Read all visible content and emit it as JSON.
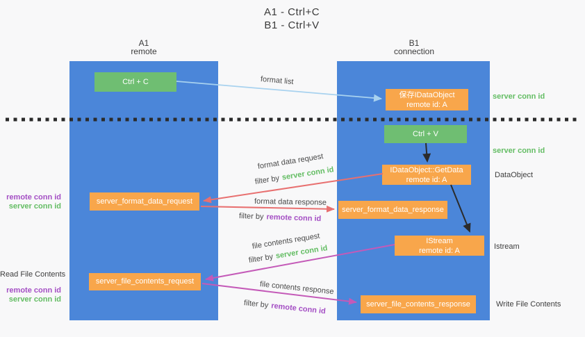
{
  "title": {
    "line1": "A1 - Ctrl+C",
    "line2": "B1 - Ctrl+V"
  },
  "lanes": {
    "a1": {
      "name": "A1",
      "role": "remote"
    },
    "b1": {
      "name": "B1",
      "role": "connection"
    }
  },
  "nodes": {
    "ctrl_c": {
      "label": "Ctrl + C"
    },
    "save_dataobject": {
      "line1": "保存IDataObject",
      "line2": "remote id: A"
    },
    "ctrl_v": {
      "label": "Ctrl + V"
    },
    "getdata": {
      "line1": "IDataObject::GetData",
      "line2": "remote id: A"
    },
    "format_request": {
      "label": "server_format_data_request"
    },
    "format_response": {
      "label": "server_format_data_response"
    },
    "istream": {
      "line1": "IStream",
      "line2": "remote id: A"
    },
    "file_request": {
      "label": "server_file_contents_request"
    },
    "file_response": {
      "label": "server_file_contents_response"
    }
  },
  "right_labels": {
    "server_conn_id_1": "server conn id",
    "server_conn_id_2": "server conn id",
    "dataobject": "DataObject",
    "istream": "Istream",
    "write_file_contents": "Write File Contents"
  },
  "left_labels": {
    "remote_conn_id_1": "remote conn id",
    "server_conn_id_1": "server conn id",
    "read_file_contents": "Read File Contents",
    "remote_conn_id_2": "remote conn id",
    "server_conn_id_2": "server conn id"
  },
  "flow_labels": {
    "format_list": "format list",
    "format_data_request": "format data request",
    "format_data_response": "format data response",
    "file_contents_request": "file contents request",
    "file_contents_response": "file contents response",
    "filter_by": "filter by",
    "server_conn_id": "server conn id",
    "remote_conn_id": "remote conn id"
  },
  "colors": {
    "background": "#f8f8f9",
    "lane_blue": "#4b86d9",
    "action_green": "#6fbe72",
    "message_orange": "#f8a64b",
    "server_conn_green": "#64bd64",
    "remote_conn_purple": "#a44fc4",
    "arrow_red": "#e87070",
    "arrow_magenta": "#c45ab8",
    "arrow_light_blue": "#a8d2ef",
    "arrow_black": "#2b2b2b"
  }
}
